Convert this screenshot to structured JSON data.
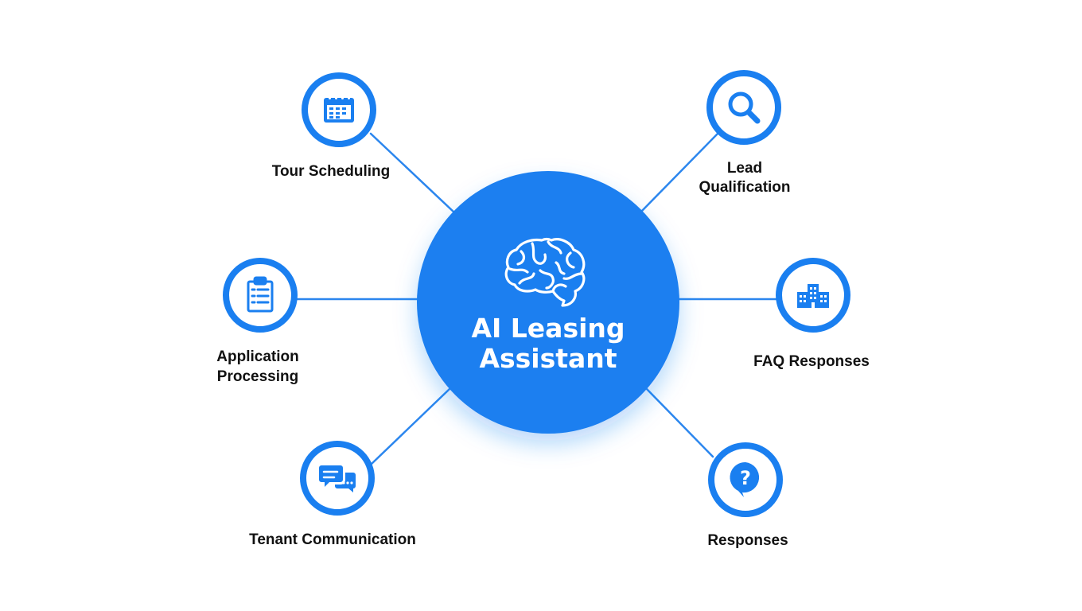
{
  "colors": {
    "primary_blue": "#1A7FF0",
    "line_blue": "#2B86EE",
    "node_fill": "#FFFFFF",
    "label_text": "#111111",
    "hub_text": "#FFFFFF"
  },
  "hub": {
    "icon": "brain-icon",
    "title_line1": "AI Leasing",
    "title_line2": "Assistant"
  },
  "nodes": [
    {
      "id": "tour",
      "icon": "calendar-icon",
      "label": "Tour Scheduling"
    },
    {
      "id": "lead",
      "icon": "magnifier-icon",
      "label_line1": "Lead",
      "label_line2": "Qualification"
    },
    {
      "id": "application",
      "icon": "clipboard-icon",
      "label_line1": "Application",
      "label_line2": "Processing"
    },
    {
      "id": "faq",
      "icon": "building-icon",
      "label": "FAQ Responses"
    },
    {
      "id": "tenant",
      "icon": "chat-bubbles-icon",
      "label": "Tenant Communication"
    },
    {
      "id": "responses",
      "icon": "question-bubble-icon",
      "label": "Responses"
    }
  ]
}
